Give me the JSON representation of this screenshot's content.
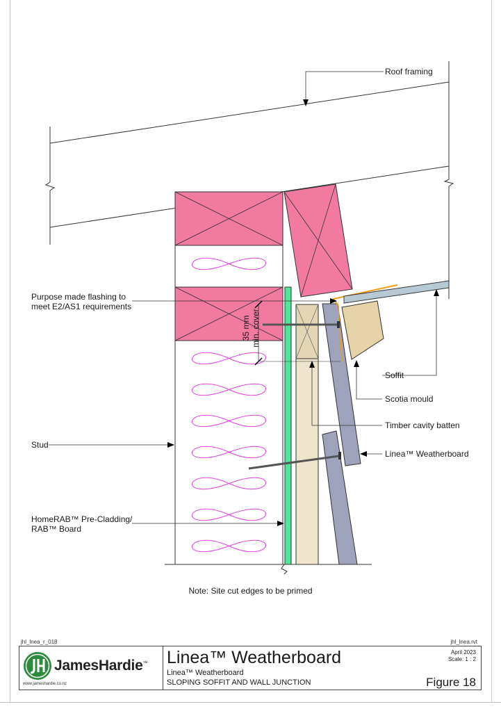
{
  "callouts": {
    "roof_framing": "Roof framing",
    "flashing_line1": "Purpose made flashing to",
    "flashing_line2": "meet E2/AS1 requirements",
    "cover_line1": "35 mm",
    "cover_line2": "min. cover",
    "soffit": "Soffit",
    "scotia": "Scotia mould",
    "batten": "Timber cavity batten",
    "weatherboard": "Linea™ Weatherboard",
    "stud": "Stud",
    "rab_line1": "HomeRAB™ Pre-Cladding/",
    "rab_line2": "RAB™ Board"
  },
  "note": "Note: Site cut edges to be primed",
  "references": {
    "drawing_code": "jhl_lnea_r_018",
    "file_name": "jhl_lnea.rvt"
  },
  "title_block": {
    "brand": "JamesHardie",
    "trademark": "™",
    "website": "www.jameshardie.co.nz",
    "title": "Linea™ Weatherboard",
    "subtitle": "Linea™ Weatherboard",
    "detail_name": "SLOPING SOFFIT AND WALL JUNCTION",
    "date": "April 2023",
    "scale": "Scale: 1 : 2",
    "figure": "Figure 18"
  },
  "colors": {
    "timber_pink": "#f27aa0",
    "insulation_magenta": "#e040e0",
    "rab_green": "#4ee89a",
    "batten_tan": "#efe5cc",
    "weatherboard_slate": "#9fa2bb",
    "scotia_tan": "#e6d4a8",
    "soffit_blue": "#b8c9d6",
    "flashing_orange": "#f39c12",
    "logo_green": "#2e8b3e"
  }
}
